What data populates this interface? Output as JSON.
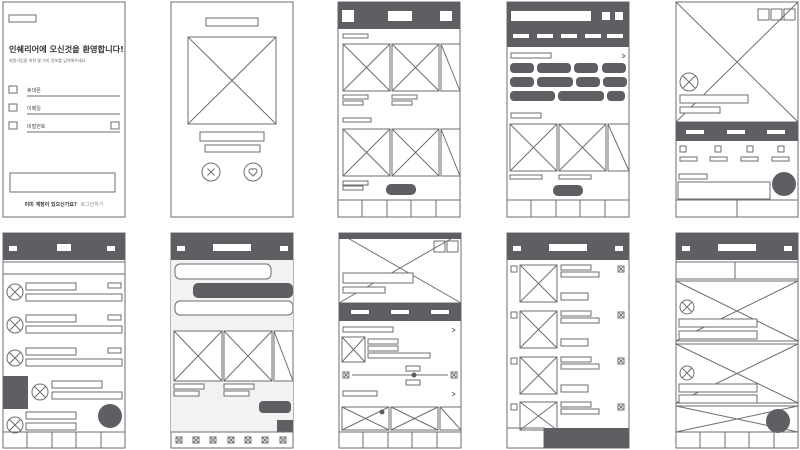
{
  "colors": {
    "dark": "#5f5f63",
    "stroke": "#6e6e72",
    "light": "#f2f2f2",
    "white": "#ffffff"
  },
  "screen1": {
    "welcome_title": "인쉐리어에 오신것을 환영합니다!",
    "welcome_subtitle": "회원가입을 위한 몇 가지 정보를 입력해주세요.",
    "fields": [
      {
        "label": "휴대폰"
      },
      {
        "label": "이메일"
      },
      {
        "label": "비밀번호"
      }
    ],
    "login_prompt": "이미 계정이 있으신가요?",
    "login_link": "로그인하기"
  },
  "screen2": {
    "dislike_icon": "close-icon",
    "like_icon": "heart-icon"
  }
}
